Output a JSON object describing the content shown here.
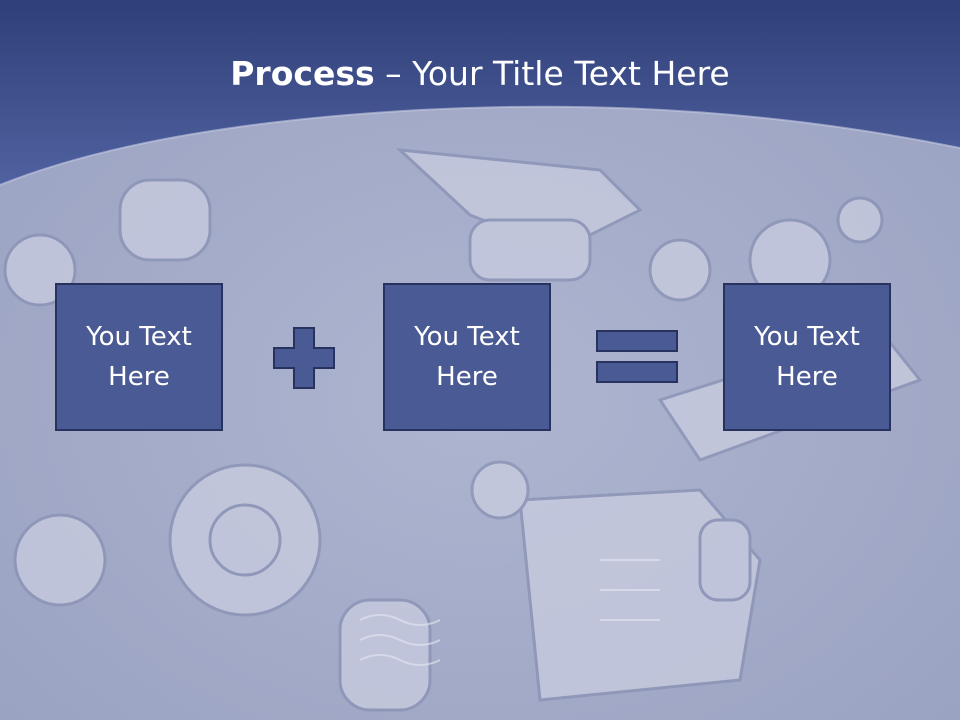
{
  "title": {
    "bold": "Process",
    "rest": " – Your Title Text Here"
  },
  "steps": [
    {
      "text": "You Text Here"
    },
    {
      "text": "You Text Here"
    },
    {
      "text": "You Text Here"
    }
  ],
  "operators": [
    "plus-icon",
    "equals-icon"
  ],
  "colors": {
    "header_blue": "#3d4e8c",
    "box_fill": "#4a5a95",
    "box_border": "#27335e",
    "background_tint": "#b8bdd4"
  }
}
